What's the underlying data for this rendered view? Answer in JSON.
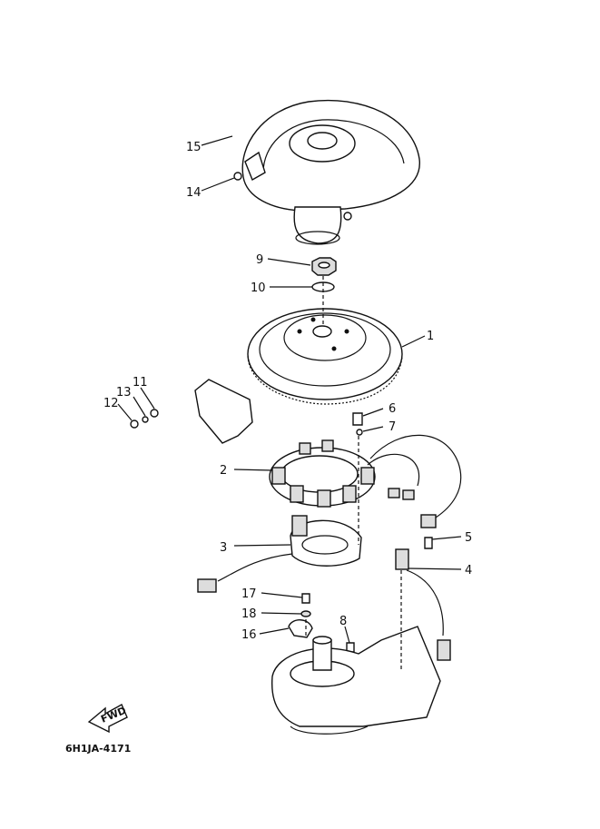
{
  "diagram": {
    "code": "6H1JA-4171",
    "fwd_badge": "FWD",
    "callouts": [
      {
        "id": "15",
        "text": "15"
      },
      {
        "id": "14",
        "text": "14"
      },
      {
        "id": "9",
        "text": "9"
      },
      {
        "id": "10",
        "text": "10"
      },
      {
        "id": "1",
        "text": "1"
      },
      {
        "id": "11",
        "text": "11"
      },
      {
        "id": "13",
        "text": "13"
      },
      {
        "id": "12",
        "text": "12"
      },
      {
        "id": "6",
        "text": "6"
      },
      {
        "id": "7",
        "text": "7"
      },
      {
        "id": "2",
        "text": "2"
      },
      {
        "id": "3",
        "text": "3"
      },
      {
        "id": "5",
        "text": "5"
      },
      {
        "id": "4",
        "text": "4"
      },
      {
        "id": "17",
        "text": "17"
      },
      {
        "id": "18",
        "text": "18"
      },
      {
        "id": "8",
        "text": "8"
      },
      {
        "id": "16",
        "text": "16"
      }
    ]
  }
}
